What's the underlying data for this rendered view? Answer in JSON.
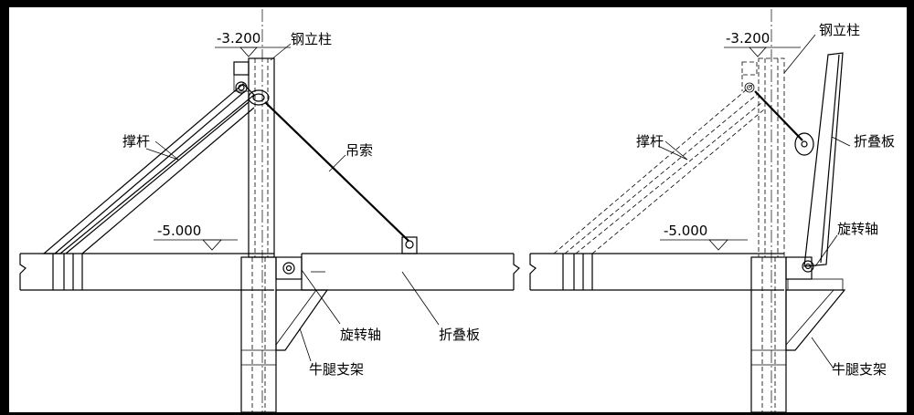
{
  "left_view": {
    "level_top": "-3.200",
    "level_bottom": "-5.000",
    "labels": {
      "steel_column": "钢立柱",
      "strut": "撑杆",
      "cable": "吊索",
      "rotation_axis": "旋转轴",
      "folding_plate": "折叠板",
      "corbel_bracket": "牛腿支架"
    }
  },
  "right_view": {
    "level_top": "-3.200",
    "level_bottom": "-5.000",
    "labels": {
      "steel_column": "钢立柱",
      "strut": "撑杆",
      "folding_plate": "折叠板",
      "rotation_axis": "旋转轴",
      "corbel_bracket": "牛腿支架"
    }
  }
}
